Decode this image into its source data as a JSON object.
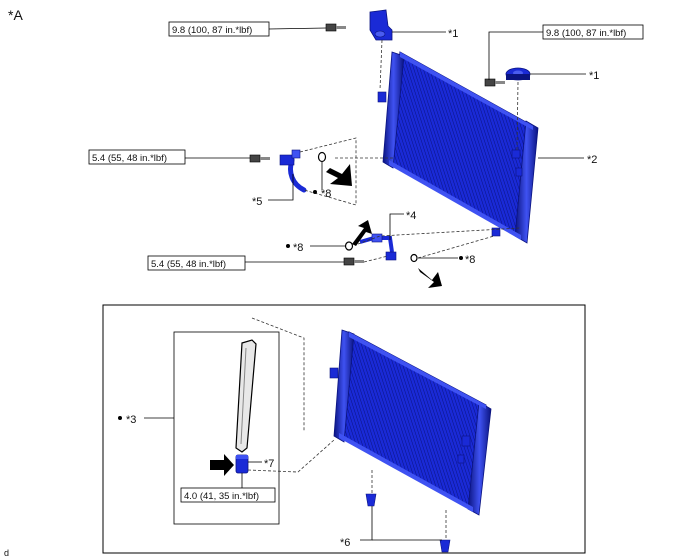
{
  "figure_label": "*A",
  "corner_code": "d",
  "torque_specs": {
    "top_left": "9.8 (100, 87 in.*lbf)",
    "top_right": "9.8 (100, 87 in.*lbf)",
    "mid_left": "5.4 (55, 48 in.*lbf)",
    "lower_left": "5.4 (55, 48 in.*lbf)",
    "inset": "4.0 (41, 35 in.*lbf)"
  },
  "callouts": {
    "c1a": "*1",
    "c1b": "*1",
    "c2": "*2",
    "c3": "*3",
    "c4": "*4",
    "c5": "*5",
    "c6": "*6",
    "c7": "*7",
    "c8a": "*8",
    "c8b": "*8",
    "c8c": "*8"
  },
  "colors": {
    "part_blue": "#1a2ad6",
    "part_dark": "#0a1380",
    "part_light": "#4a5cf0",
    "line": "#222222",
    "arrow": "#000000"
  }
}
